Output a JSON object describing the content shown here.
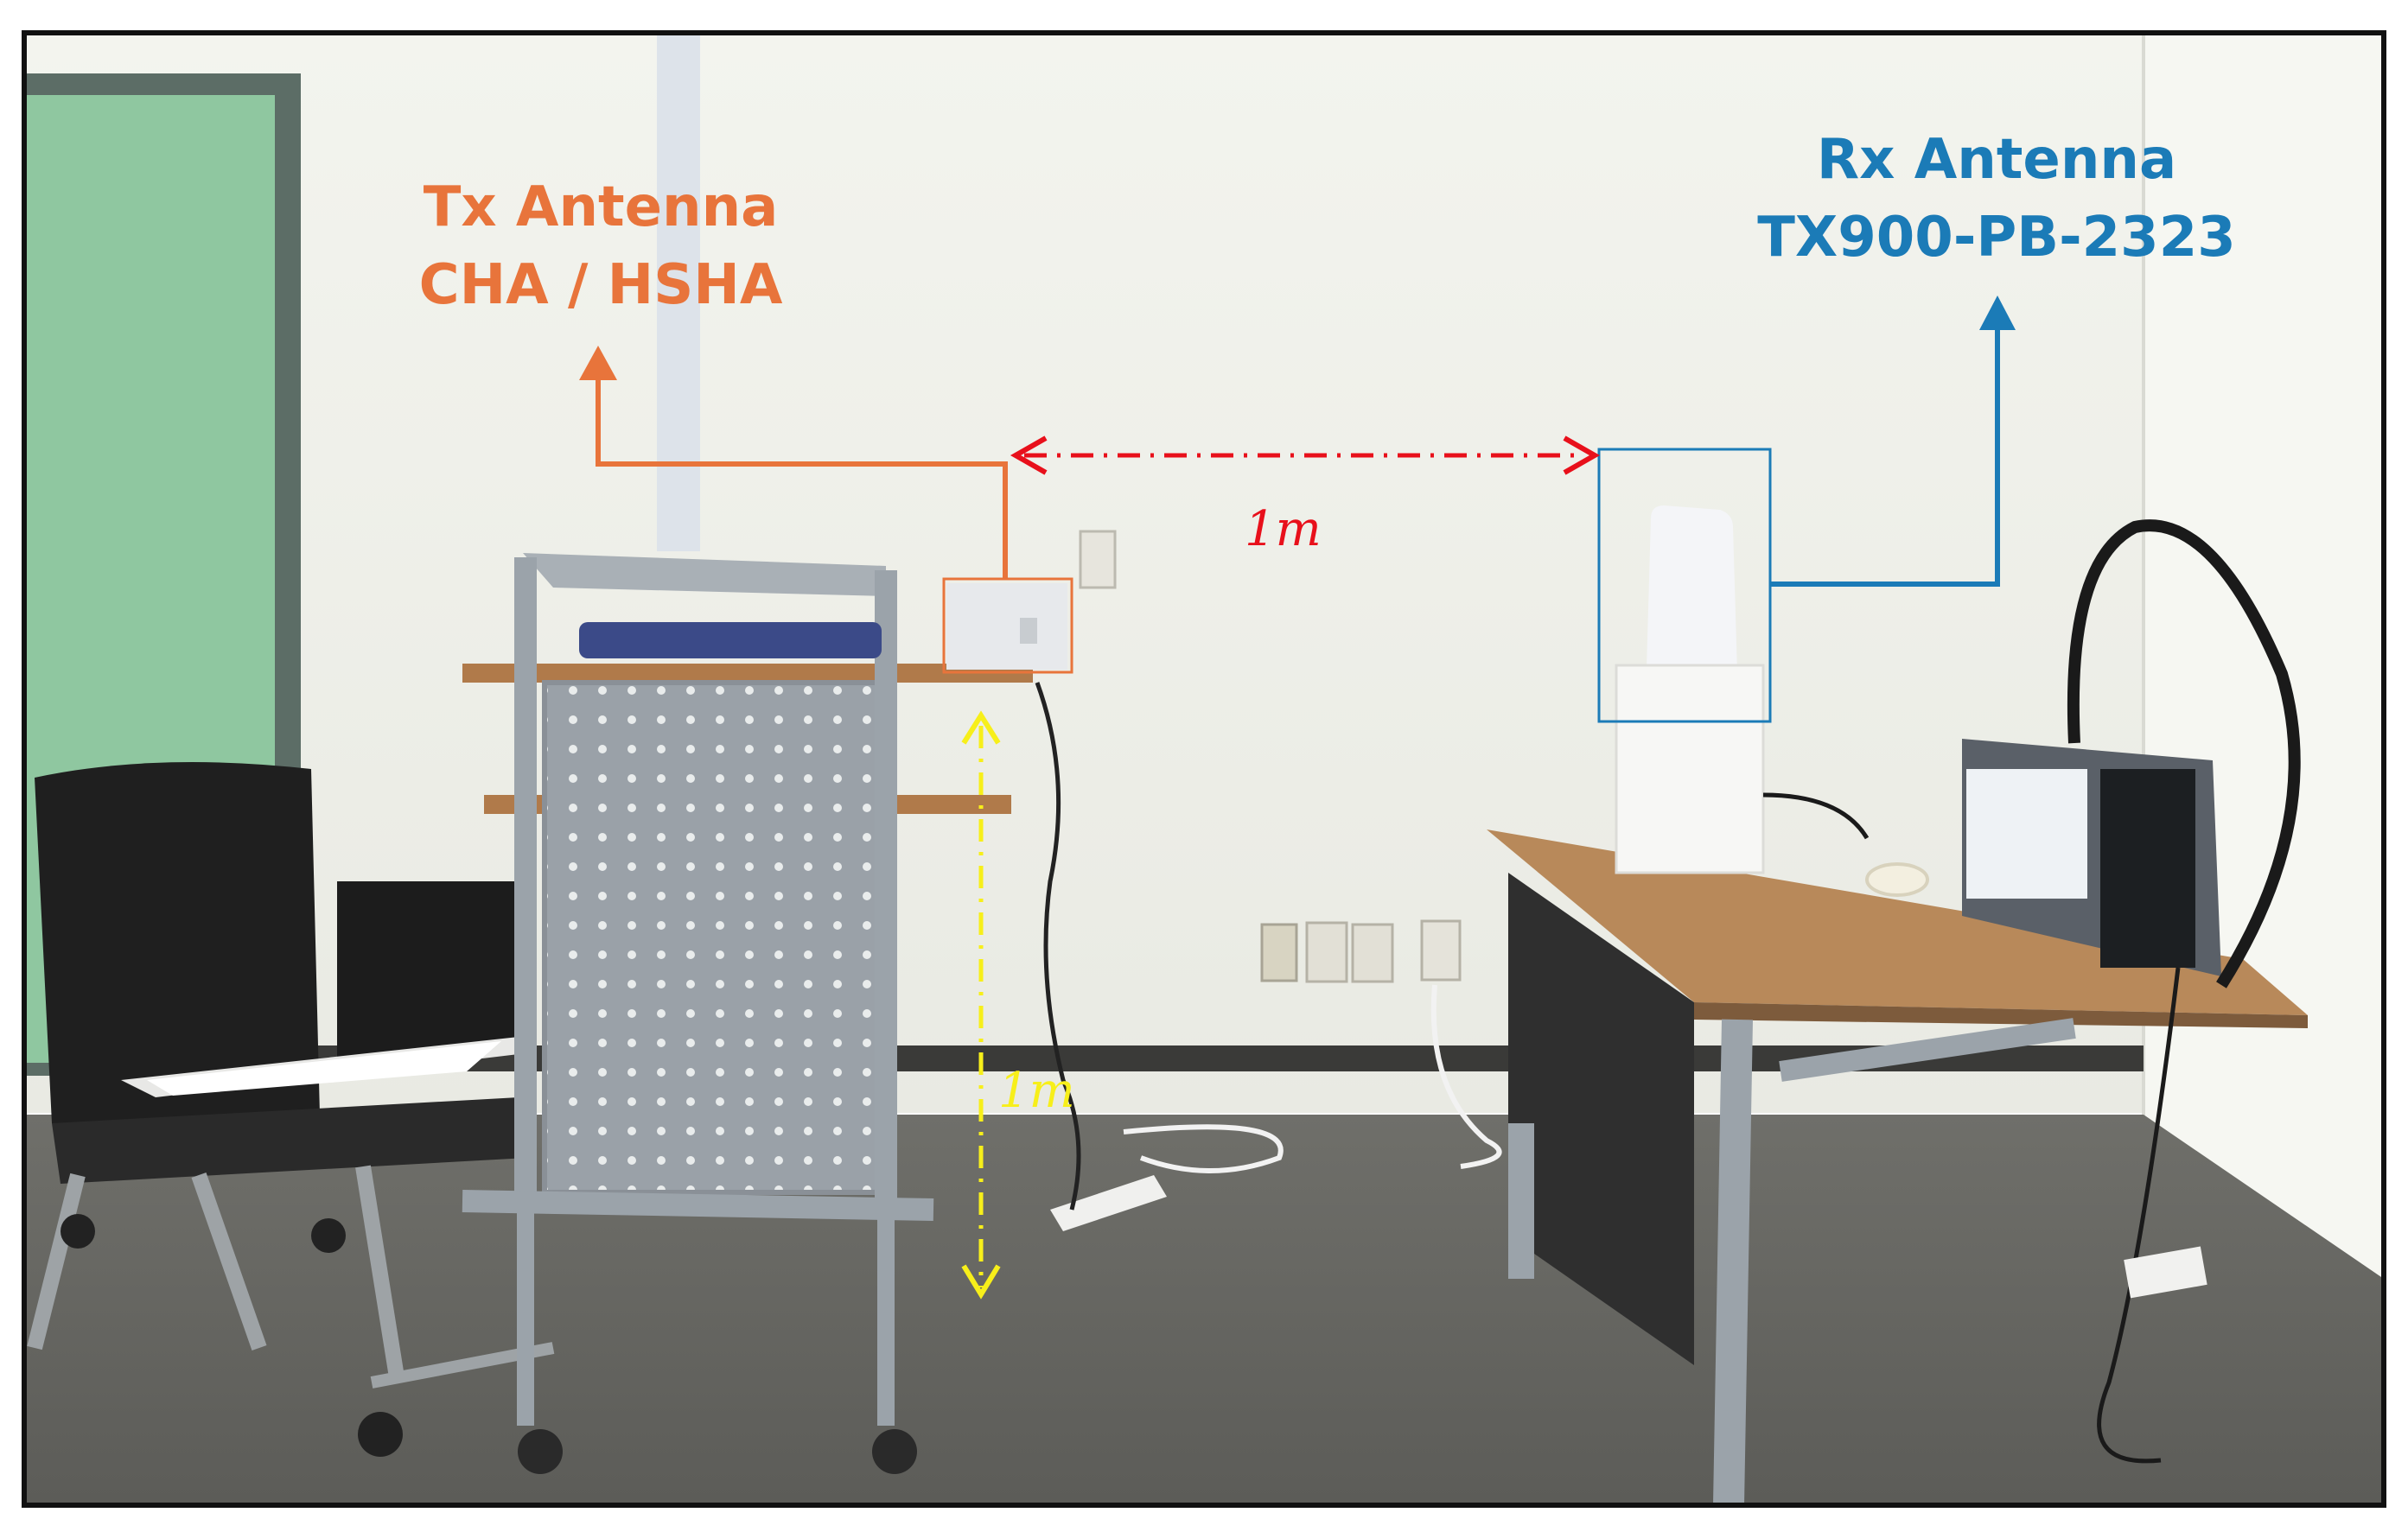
{
  "labels": {
    "tx_title": "Tx Antenna",
    "tx_subtitle": "CHA / HSHA",
    "rx_title": "Rx Antenna",
    "rx_subtitle": "TX900-PB-2323",
    "horizontal_distance": "1m",
    "vertical_distance": "1m"
  },
  "colors": {
    "tx": "#E8743B",
    "rx": "#1B7BB7",
    "horizontal_arrow": "#E8101B",
    "vertical_arrow": "#F7EF1A"
  },
  "scene_objects": [
    "room-wall",
    "door",
    "office-chair",
    "laptop",
    "perforated-cart",
    "tx-antenna",
    "power-strip",
    "desk",
    "rx-antenna",
    "spectrum-analyzer",
    "rf-cable",
    "tape-roll",
    "wall-outlets"
  ]
}
